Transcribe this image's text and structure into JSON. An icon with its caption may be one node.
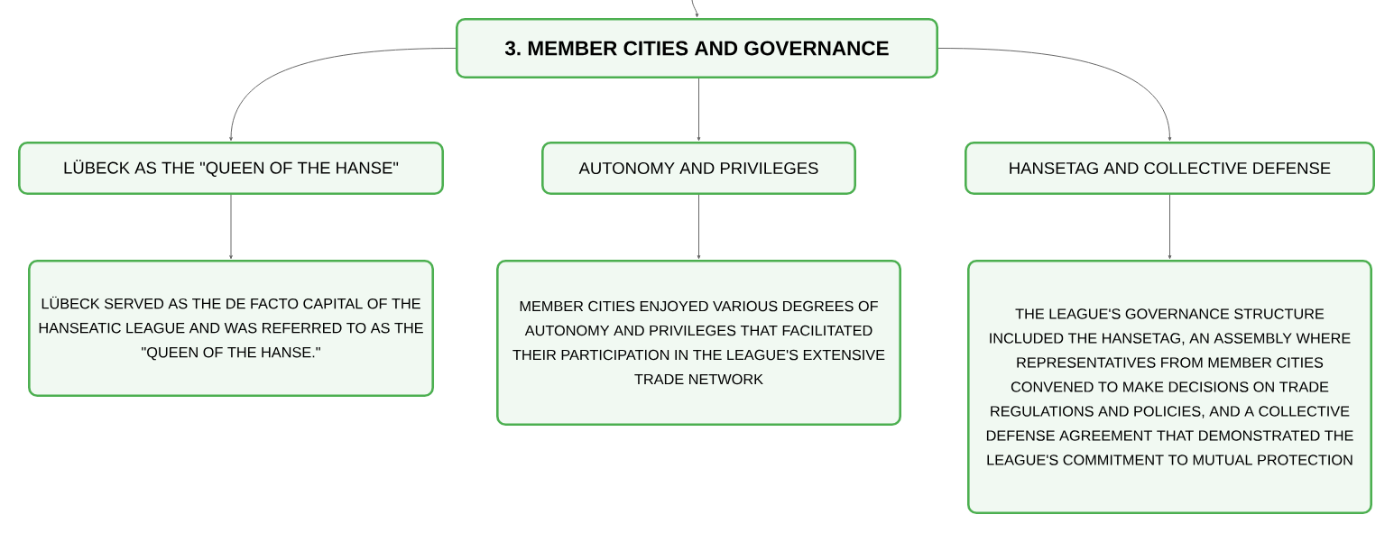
{
  "diagram": {
    "nodes": [
      {
        "text": [
          "3. MEMBER CITIES AND GOVERNANCE"
        ]
      },
      {
        "text": [
          "LÜBECK AS THE \"QUEEN OF THE HANSE\""
        ]
      },
      {
        "text": [
          "AUTONOMY AND PRIVILEGES"
        ]
      },
      {
        "text": [
          "HANSETAG AND COLLECTIVE DEFENSE"
        ]
      },
      {
        "text": [
          "LÜBECK SERVED AS THE DE FACTO CAPITAL OF THE HANSEATIC LEAGUE AND WAS REFERRED TO AS THE \"QUEEN OF THE HANSE.\""
        ]
      },
      {
        "text": [
          "MEMBER CITIES ENJOYED VARIOUS DEGREES OF AUTONOMY AND PRIVILEGES THAT FACILITATED THEIR PARTICIPATION IN THE LEAGUE'S EXTENSIVE TRADE NETWORK"
        ]
      },
      {
        "text": [
          "THE LEAGUE'S GOVERNANCE STRUCTURE INCLUDED THE HANSETAG, AN ASSEMBLY WHERE REPRESENTATIVES FROM MEMBER CITIES CONVENED TO MAKE DECISIONS ON TRADE REGULATIONS AND POLICIES, AND A COLLECTIVE DEFENSE AGREEMENT THAT DEMONSTRATED THE LEAGUE'S COMMITMENT TO MUTUAL PROTECTION"
        ]
      }
    ],
    "edges": [
      {
        "from": null,
        "to": 0,
        "arrow": "to"
      },
      {
        "from": 0,
        "to": 1,
        "arrow": "to"
      },
      {
        "from": 0,
        "to": 2,
        "arrow": "to"
      },
      {
        "from": 0,
        "to": 3,
        "arrow": "to"
      },
      {
        "from": 1,
        "to": 4,
        "arrow": "to"
      },
      {
        "from": 2,
        "to": 5,
        "arrow": "to"
      },
      {
        "from": 3,
        "to": 6,
        "arrow": "to"
      }
    ]
  }
}
